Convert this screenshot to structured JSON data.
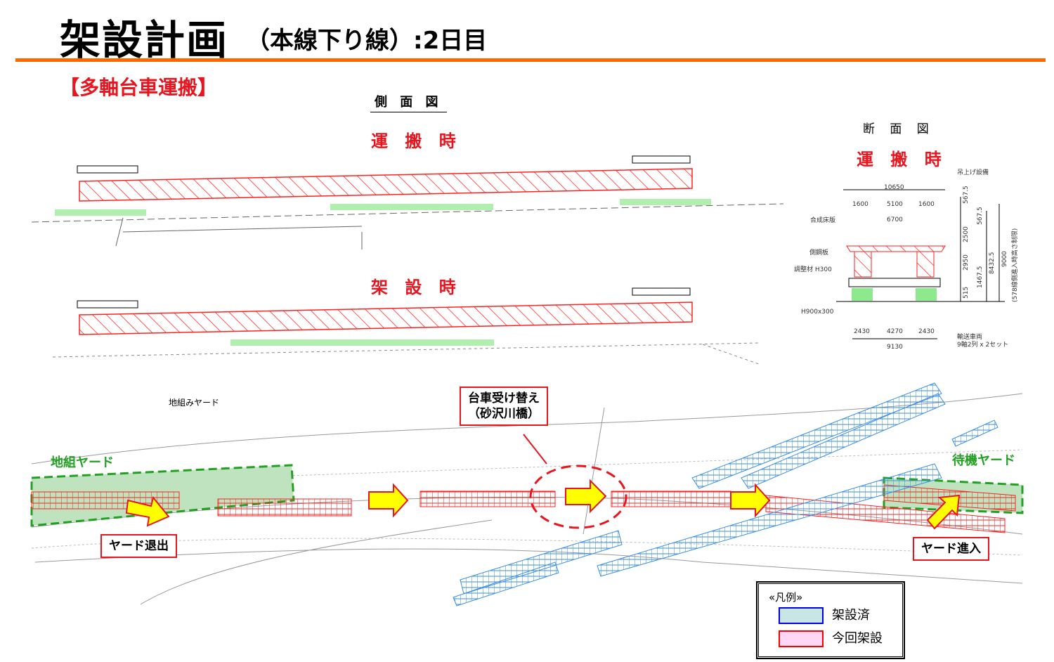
{
  "header": {
    "title": "架設計画",
    "subtitle": "（本線下り線）:2日目"
  },
  "section_title": "【多軸台車運搬】",
  "side_view": {
    "label": "側 面 図",
    "transport_label": "運 搬 時",
    "erection_label": "架 設 時"
  },
  "cross_section": {
    "label": "断 面 図",
    "transport_label": "運 搬 時",
    "annotations": {
      "lifting": "吊上げ設備",
      "deck": "合成床版",
      "steel": "側鋼板",
      "pad": "調整材 H300",
      "beam": "H900x300",
      "vehicle_1": "輸送車両",
      "vehicle_2": "9軸2列 x 2セット",
      "vertical_note": "(578線側進入時高さ制限)"
    },
    "dims": {
      "total_width": "10650",
      "left": "1600",
      "center": "5100",
      "right": "1600",
      "inner": "6700",
      "bottom_left": "2430",
      "bottom_center": "4270",
      "bottom_right": "2430",
      "bottom_total": "9130",
      "v1": "567.5",
      "v2": "2500",
      "v3": "2950",
      "v4": "515",
      "v5": "567.5",
      "v6": "1467.5",
      "v7": "8432.5",
      "v8": "9000"
    }
  },
  "plan": {
    "assembly_yard_note": "地組みヤード",
    "assembly_yard": "地組ヤード",
    "standby_yard": "待機ヤード",
    "bogie_change_1": "台車受け替え",
    "bogie_change_2": "（砂沢川橋）",
    "yard_exit": "ヤード退出",
    "yard_entry": "ヤード進入"
  },
  "legend": {
    "title": "«凡例»",
    "items": [
      {
        "label": "架設済",
        "fill": "#c9e6e6",
        "border": "#0000ee"
      },
      {
        "label": "今回架設",
        "fill": "#ffd6f5",
        "border": "#ff0000"
      }
    ]
  },
  "colors": {
    "accent": "#ff6600",
    "red": "#e8141e",
    "green": "#22a022",
    "blue": "#3a8ee6",
    "arrow": "#ffff00"
  }
}
